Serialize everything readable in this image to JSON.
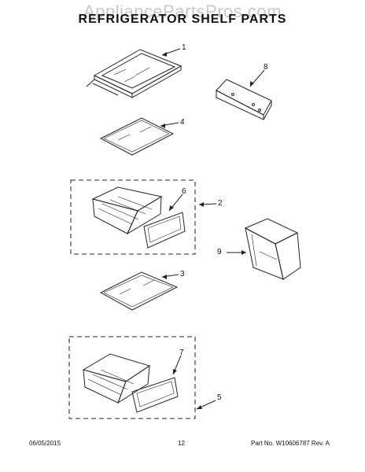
{
  "watermark": "AppliancePartsPros.com",
  "title": "REFRIGERATOR SHELF PARTS",
  "callouts": [
    "1",
    "8",
    "4",
    "6",
    "2",
    "9",
    "3",
    "7",
    "5"
  ],
  "footer": {
    "date": "06/05/2015",
    "page": "12",
    "part_no": "Part No.  W10606787  Rev.  A"
  }
}
